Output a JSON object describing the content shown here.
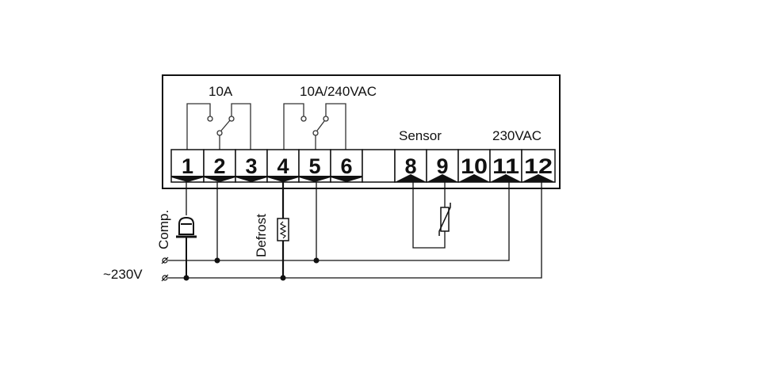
{
  "relay_labels": {
    "relay1": "10A",
    "relay2": "10A/240VAC"
  },
  "section_labels": {
    "sensor": "Sensor",
    "power": "230VAC"
  },
  "loads": {
    "compressor": "Comp.",
    "defrost": "Defrost"
  },
  "supply_label": "~230V",
  "terminals": [
    "1",
    "2",
    "3",
    "4",
    "5",
    "6",
    "",
    "8",
    "9",
    "10",
    "11",
    "12"
  ]
}
